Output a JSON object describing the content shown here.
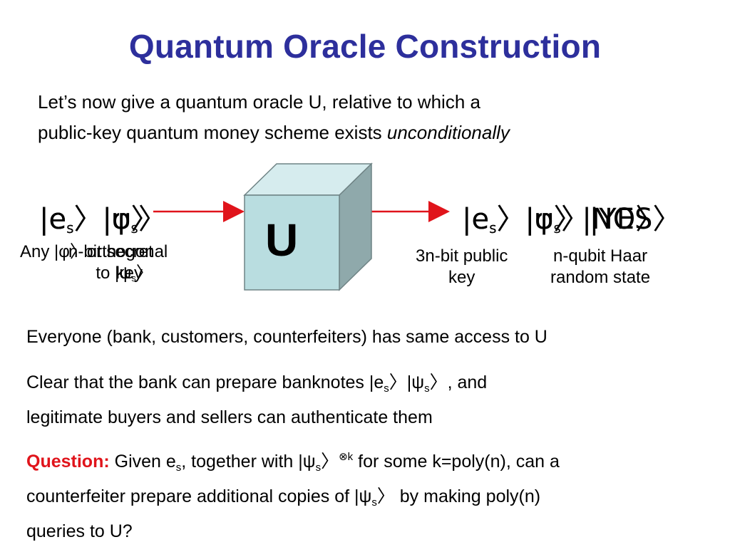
{
  "title": "Quantum Oracle Construction",
  "intro": {
    "line1": "Let’s now give a quantum oracle U, relative to which a",
    "line2_prefix": "public-key quantum money scheme exists ",
    "line2_emph": "unconditionally"
  },
  "diagram": {
    "cube_label": "U",
    "input_ket_overlap": [
      "|e",
      "s",
      "〉|ψ",
      "s",
      "〉"
    ],
    "input_ket_overlap_b": [
      "|e",
      "s",
      "〉|φ",
      "〉"
    ],
    "input_caption_a_line1": "Any |φ〉orthogonal",
    "input_caption_a_line2": "to |ψ",
    "input_caption_a_sub": "s",
    "input_caption_a_end": "〉",
    "input_caption_b_line1": "n-bit secret",
    "input_caption_b_line2": "key",
    "output_ket_a": [
      "|e",
      "s",
      "〉|ψ",
      "s",
      "〉|YES〉"
    ],
    "output_ket_b": [
      "|e",
      "s",
      "〉|φ〉|NO〉"
    ],
    "output_caption_left_line1": "3n-bit public",
    "output_caption_left_line2": "key",
    "output_caption_right_line1": "n-qubit Haar",
    "output_caption_right_line2": "random state",
    "colors": {
      "arrow": "#e0141b",
      "cube_front": "#b9dde0",
      "cube_top": "#d6ecee",
      "cube_side": "#8fa9ab",
      "title": "#2d2f9c"
    }
  },
  "paragraphs": {
    "p1": "Everyone (bank, customers, counterfeiters) has same access to U",
    "p2_a": "Clear that the bank can prepare banknotes |e",
    "p2_sub1": "s",
    "p2_b": "〉|ψ",
    "p2_sub2": "s",
    "p2_c": "〉, and",
    "p2_line2": "legitimate buyers and sellers can authenticate them",
    "p3_label": "Question:",
    "p3_a": " Given e",
    "p3_sub1": "s",
    "p3_b": ", together with |ψ",
    "p3_sub2": "s",
    "p3_c": "〉",
    "p3_sup": "⊗k",
    "p3_d": " for some k=poly(n), can a",
    "p3_line2_a": "counterfeiter prepare additional copies of |ψ",
    "p3_line2_sub": "s",
    "p3_line2_b": "〉 by making poly(n)",
    "p3_line3": "queries to U?"
  }
}
